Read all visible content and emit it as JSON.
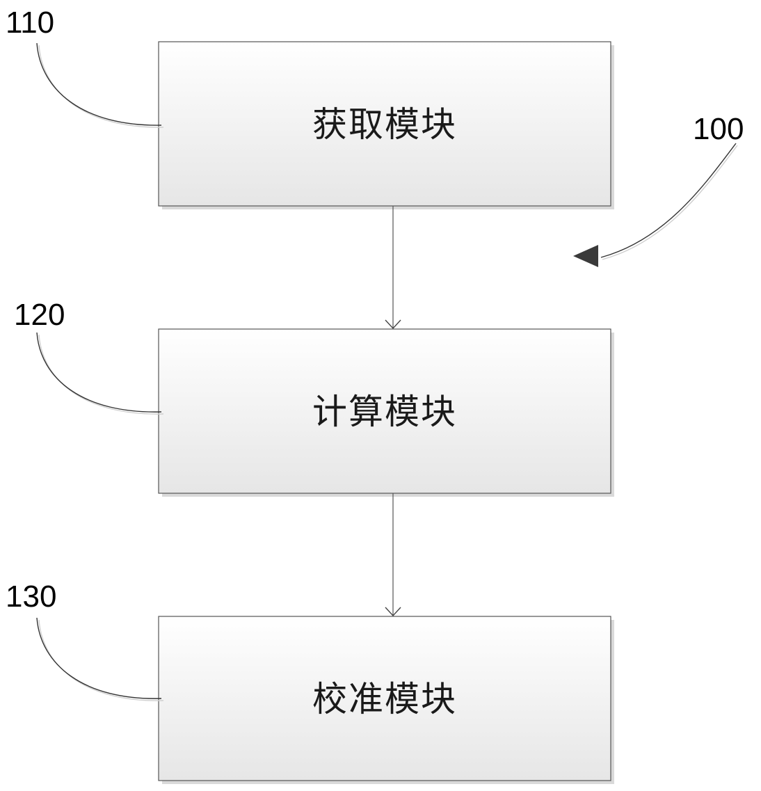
{
  "diagram": {
    "overall_ref": "100",
    "modules": [
      {
        "ref": "110",
        "label": "获取模块"
      },
      {
        "ref": "120",
        "label": "计算模块"
      },
      {
        "ref": "130",
        "label": "校准模块"
      }
    ],
    "connections": [
      {
        "from": "110",
        "to": "120"
      },
      {
        "from": "120",
        "to": "130"
      }
    ]
  }
}
